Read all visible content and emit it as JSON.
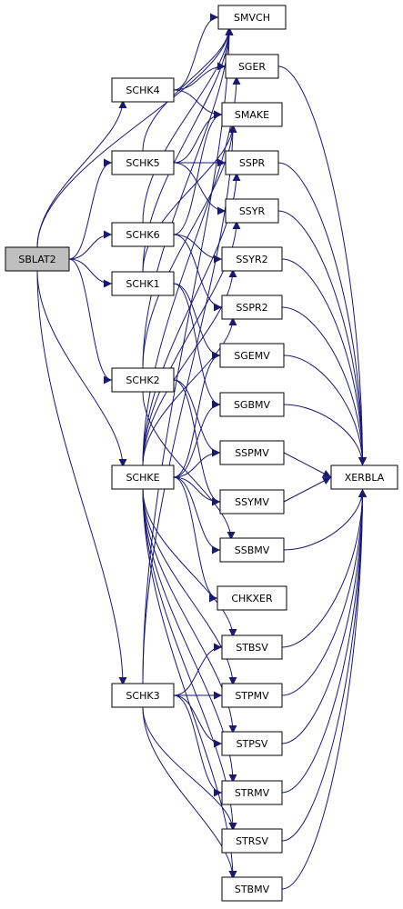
{
  "colors": {
    "edge": "#191970",
    "node_fill": "#ffffff",
    "root_fill": "#bfbfbf",
    "node_border": "#000000"
  },
  "nodes": [
    {
      "id": "SBLAT2",
      "label": "SBLAT2",
      "root": true
    },
    {
      "id": "SCHK4",
      "label": "SCHK4"
    },
    {
      "id": "SCHK5",
      "label": "SCHK5"
    },
    {
      "id": "SCHK6",
      "label": "SCHK6"
    },
    {
      "id": "SCHK1",
      "label": "SCHK1"
    },
    {
      "id": "SCHK2",
      "label": "SCHK2"
    },
    {
      "id": "SCHKE",
      "label": "SCHKE"
    },
    {
      "id": "SCHK3",
      "label": "SCHK3"
    },
    {
      "id": "SMVCH",
      "label": "SMVCH"
    },
    {
      "id": "SGER",
      "label": "SGER"
    },
    {
      "id": "SMAKE",
      "label": "SMAKE"
    },
    {
      "id": "SSPR",
      "label": "SSPR"
    },
    {
      "id": "SSYR",
      "label": "SSYR"
    },
    {
      "id": "SSYR2",
      "label": "SSYR2"
    },
    {
      "id": "SSPR2",
      "label": "SSPR2"
    },
    {
      "id": "SGEMV",
      "label": "SGEMV"
    },
    {
      "id": "SGBMV",
      "label": "SGBMV"
    },
    {
      "id": "SSPMV",
      "label": "SSPMV"
    },
    {
      "id": "SSYMV",
      "label": "SSYMV"
    },
    {
      "id": "SSBMV",
      "label": "SSBMV"
    },
    {
      "id": "CHKXER",
      "label": "CHKXER"
    },
    {
      "id": "STBSV",
      "label": "STBSV"
    },
    {
      "id": "STPMV",
      "label": "STPMV"
    },
    {
      "id": "STPSV",
      "label": "STPSV"
    },
    {
      "id": "STRMV",
      "label": "STRMV"
    },
    {
      "id": "STRSV",
      "label": "STRSV"
    },
    {
      "id": "STBMV",
      "label": "STBMV"
    },
    {
      "id": "XERBLA",
      "label": "XERBLA"
    }
  ],
  "edges": [
    [
      "SBLAT2",
      "SCHK4"
    ],
    [
      "SBLAT2",
      "SCHK5"
    ],
    [
      "SBLAT2",
      "SCHK6"
    ],
    [
      "SBLAT2",
      "SCHK1"
    ],
    [
      "SBLAT2",
      "SCHK2"
    ],
    [
      "SBLAT2",
      "SCHKE"
    ],
    [
      "SBLAT2",
      "SCHK3"
    ],
    [
      "SBLAT2",
      "SMVCH"
    ],
    [
      "SCHK4",
      "SMVCH"
    ],
    [
      "SCHK4",
      "SGER"
    ],
    [
      "SCHK4",
      "SMAKE"
    ],
    [
      "SCHK5",
      "SMVCH"
    ],
    [
      "SCHK5",
      "SMAKE"
    ],
    [
      "SCHK5",
      "SSPR"
    ],
    [
      "SCHK5",
      "SSYR"
    ],
    [
      "SCHK6",
      "SMVCH"
    ],
    [
      "SCHK6",
      "SMAKE"
    ],
    [
      "SCHK6",
      "SSYR2"
    ],
    [
      "SCHK6",
      "SSPR2"
    ],
    [
      "SCHK1",
      "SMVCH"
    ],
    [
      "SCHK1",
      "SMAKE"
    ],
    [
      "SCHK1",
      "SGEMV"
    ],
    [
      "SCHK1",
      "SGBMV"
    ],
    [
      "SCHK2",
      "SMVCH"
    ],
    [
      "SCHK2",
      "SMAKE"
    ],
    [
      "SCHK2",
      "SSPMV"
    ],
    [
      "SCHK2",
      "SSYMV"
    ],
    [
      "SCHK2",
      "SSBMV"
    ],
    [
      "SCHK3",
      "SMVCH"
    ],
    [
      "SCHK3",
      "SMAKE"
    ],
    [
      "SCHK3",
      "STBSV"
    ],
    [
      "SCHK3",
      "STPMV"
    ],
    [
      "SCHK3",
      "STPSV"
    ],
    [
      "SCHK3",
      "STRMV"
    ],
    [
      "SCHK3",
      "STRSV"
    ],
    [
      "SCHK3",
      "STBMV"
    ],
    [
      "SCHKE",
      "SGER"
    ],
    [
      "SCHKE",
      "SSPR"
    ],
    [
      "SCHKE",
      "SSYR"
    ],
    [
      "SCHKE",
      "SSYR2"
    ],
    [
      "SCHKE",
      "SSPR2"
    ],
    [
      "SCHKE",
      "SGEMV"
    ],
    [
      "SCHKE",
      "SGBMV"
    ],
    [
      "SCHKE",
      "SSPMV"
    ],
    [
      "SCHKE",
      "SSYMV"
    ],
    [
      "SCHKE",
      "SSBMV"
    ],
    [
      "SCHKE",
      "CHKXER"
    ],
    [
      "SCHKE",
      "STBSV"
    ],
    [
      "SCHKE",
      "STPMV"
    ],
    [
      "SCHKE",
      "STPSV"
    ],
    [
      "SCHKE",
      "STRMV"
    ],
    [
      "SCHKE",
      "STRSV"
    ],
    [
      "SCHKE",
      "STBMV"
    ],
    [
      "SGER",
      "XERBLA"
    ],
    [
      "SSPR",
      "XERBLA"
    ],
    [
      "SSYR",
      "XERBLA"
    ],
    [
      "SSYR2",
      "XERBLA"
    ],
    [
      "SSPR2",
      "XERBLA"
    ],
    [
      "SGEMV",
      "XERBLA"
    ],
    [
      "SGBMV",
      "XERBLA"
    ],
    [
      "SSPMV",
      "XERBLA"
    ],
    [
      "SSYMV",
      "XERBLA"
    ],
    [
      "SSBMV",
      "XERBLA"
    ],
    [
      "STBSV",
      "XERBLA"
    ],
    [
      "STPMV",
      "XERBLA"
    ],
    [
      "STPSV",
      "XERBLA"
    ],
    [
      "STRMV",
      "XERBLA"
    ],
    [
      "STRSV",
      "XERBLA"
    ],
    [
      "STBMV",
      "XERBLA"
    ]
  ]
}
